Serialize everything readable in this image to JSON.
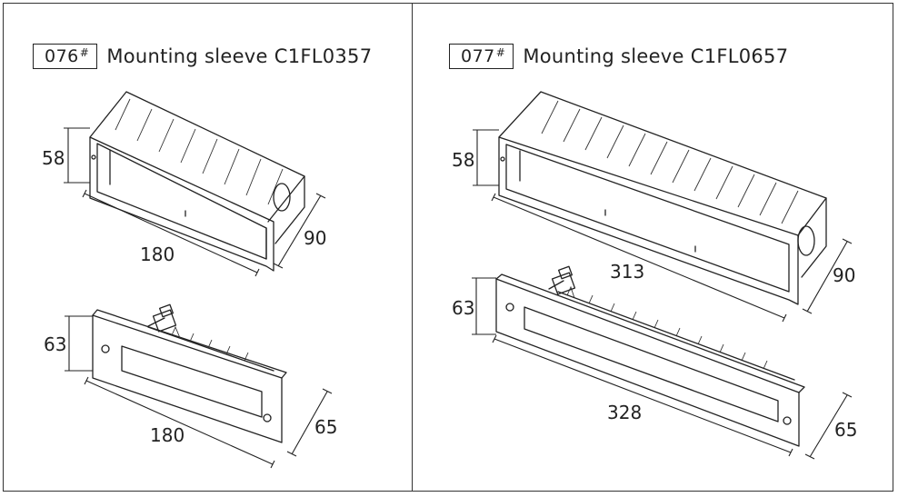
{
  "left": {
    "code": "076",
    "code_mark": "#",
    "title": "Mounting sleeve C1FL0357",
    "sleeve": {
      "height": "58",
      "length": "180",
      "depth": "90"
    },
    "light": {
      "height": "63",
      "length": "180",
      "depth": "65"
    }
  },
  "right": {
    "code": "077",
    "code_mark": "#",
    "title": "Mounting sleeve C1FL0657",
    "sleeve": {
      "height": "58",
      "length": "313",
      "depth": "90"
    },
    "light": {
      "height": "63",
      "length": "328",
      "depth": "65"
    }
  }
}
